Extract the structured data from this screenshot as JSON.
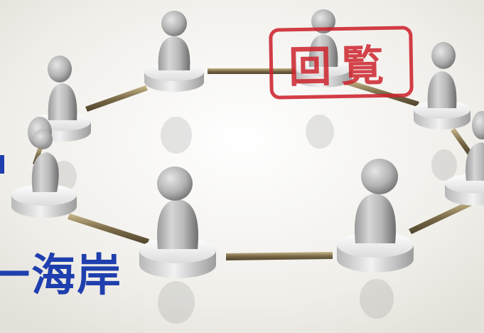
{
  "stamp": {
    "text": "回覧",
    "color": "#cd232d"
  },
  "caption": {
    "text": "一海岸",
    "color": "#1f3fae"
  },
  "figures": [
    "person-figure",
    "person-figure",
    "person-figure",
    "person-figure",
    "person-figure",
    "person-figure",
    "person-figure",
    "person-figure",
    "person-figure"
  ]
}
